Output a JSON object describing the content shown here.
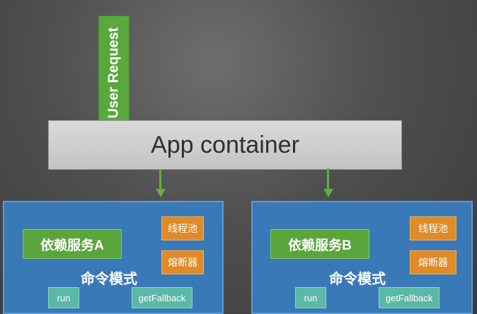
{
  "user_request": {
    "label": "User Request"
  },
  "app_container": {
    "label": "App container"
  },
  "panels": [
    {
      "service": "依赖服务A",
      "thread_pool": "线程池",
      "circuit_breaker": "熔断器",
      "command_pattern": "命令模式",
      "run": "run",
      "fallback": "getFallback"
    },
    {
      "service": "依赖服务B",
      "thread_pool": "线程池",
      "circuit_breaker": "熔断器",
      "command_pattern": "命令模式",
      "run": "run",
      "fallback": "getFallback"
    }
  ],
  "colors": {
    "green": "#58a83b",
    "blue_panel": "#3a79b7",
    "orange": "#e08a28",
    "teal": "#5bb8a6",
    "gray_box": "#cfcfcf"
  }
}
